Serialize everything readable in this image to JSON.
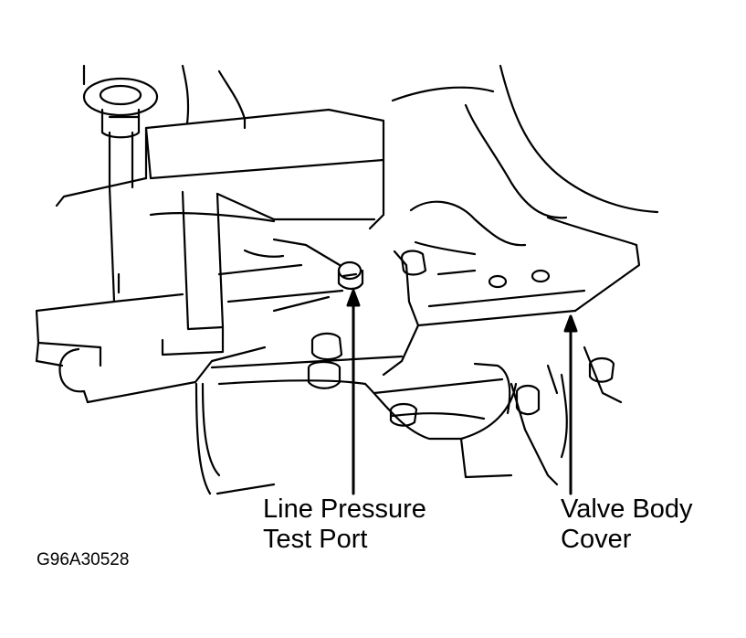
{
  "labels": {
    "line_pressure_test_port": {
      "line1": "Line Pressure",
      "line2": "Test Port"
    },
    "valve_body_cover": {
      "line1": "Valve Body",
      "line2": "Cover"
    }
  },
  "figure_code": "G96A30528",
  "colors": {
    "ink": "#000000",
    "paper": "#ffffff"
  }
}
